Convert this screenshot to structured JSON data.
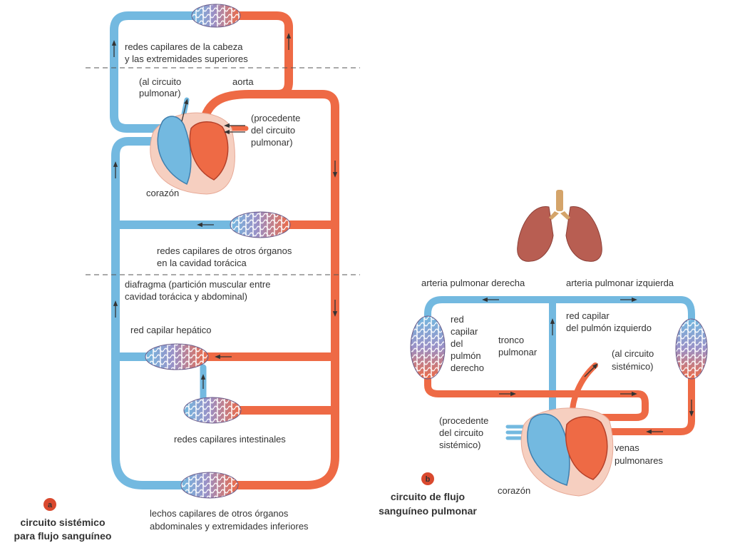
{
  "colors": {
    "venous": "#73b9e0",
    "venous_dark": "#4a8fc0",
    "arterial": "#ee6a45",
    "arterial_dark": "#c84a2a",
    "pericardium": "#f6cfc0",
    "lung": "#b85e52",
    "trachea": "#d4a46a",
    "dashed_line": "#555555",
    "badge": "#d9492e"
  },
  "panel_a": {
    "badge": "a",
    "title_lines": [
      "circuito sistémico",
      "para flujo sanguíneo"
    ],
    "labels": {
      "head_line1": "redes capilares de la cabeza",
      "head_line2": "y las extremidades superiores",
      "al_circuito_line1": "(al circuito",
      "al_circuito_line2": "pulmonar)",
      "aorta": "aorta",
      "procedente_line1": "(procedente",
      "procedente_line2": "del circuito",
      "procedente_line3": "pulmonar)",
      "corazon": "corazón",
      "thoracic_line1": "redes capilares de otros órganos",
      "thoracic_line2": "en la cavidad torácica",
      "diafragma_line1": "diafragma (partición muscular entre",
      "diafragma_line2": "cavidad torácica y abdominal)",
      "hepatic": "red capilar hepático",
      "intestinal": "redes capilares intestinales",
      "lower_line1": "lechos capilares de otros órganos",
      "lower_line2": "abdominales y extremidades inferiores"
    }
  },
  "panel_b": {
    "badge": "b",
    "title_lines": [
      "circuito de flujo",
      "sanguíneo pulmonar"
    ],
    "labels": {
      "right_artery": "arteria pulmonar derecha",
      "left_artery": "arteria pulmonar izquierda",
      "right_lung_cap": [
        "red",
        "capilar",
        "del",
        "pulmón",
        "derecho"
      ],
      "tronco_line1": "tronco",
      "tronco_line2": "pulmonar",
      "left_lung_cap_line1": "red capilar",
      "left_lung_cap_line2": "del pulmón izquierdo",
      "al_sist_line1": "(al circuito",
      "al_sist_line2": "sistémico)",
      "procedente_line1": "(procedente",
      "procedente_line2": "del circuito",
      "procedente_line3": "sistémico)",
      "venas_line1": "venas",
      "venas_line2": "pulmonares",
      "corazon": "corazón"
    }
  }
}
